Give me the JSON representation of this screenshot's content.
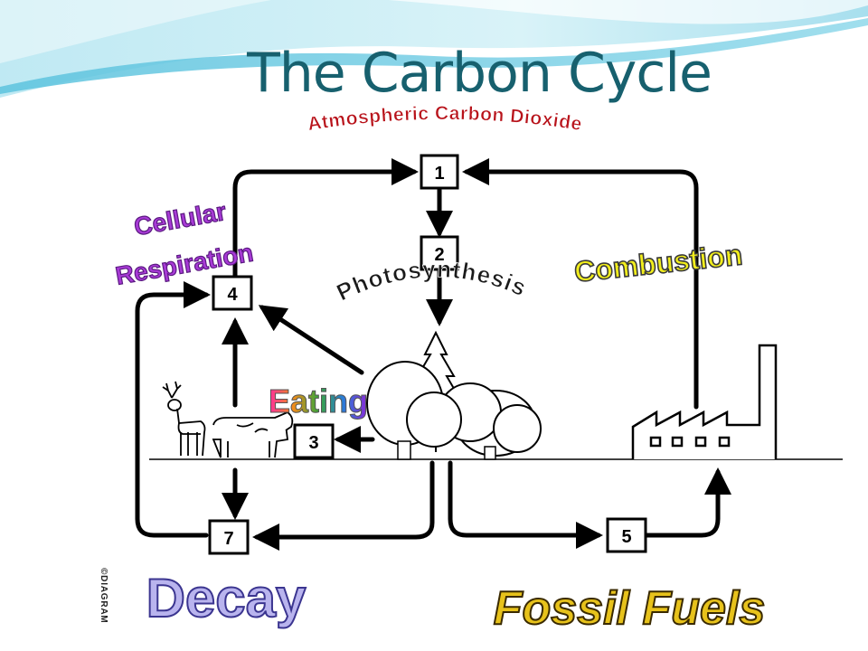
{
  "slide": {
    "title": "The Carbon Cycle",
    "accent_color": "#17606e"
  },
  "diagram": {
    "heading": "Atmospheric Carbon Dioxide",
    "heading_color": "#b8121a",
    "boxes": [
      "1",
      "2",
      "3",
      "4",
      "5",
      "7"
    ],
    "processes": {
      "cellular_respiration": {
        "line1": "Cellular",
        "line2": "Respiration",
        "color": "#a83ad6"
      },
      "photosynthesis": {
        "label": "Photosynthesis",
        "color": "#1a1a1a"
      },
      "combustion": {
        "label": "Combustion",
        "color": "#f2ee1c"
      },
      "eating": {
        "label": "Eating"
      },
      "decay": {
        "label": "Decay",
        "color": "#b9b4ee"
      },
      "fossil_fuels": {
        "label": "Fossil Fuels",
        "color": "#e7c21b"
      }
    },
    "copyright": "©DIAGRAM"
  }
}
